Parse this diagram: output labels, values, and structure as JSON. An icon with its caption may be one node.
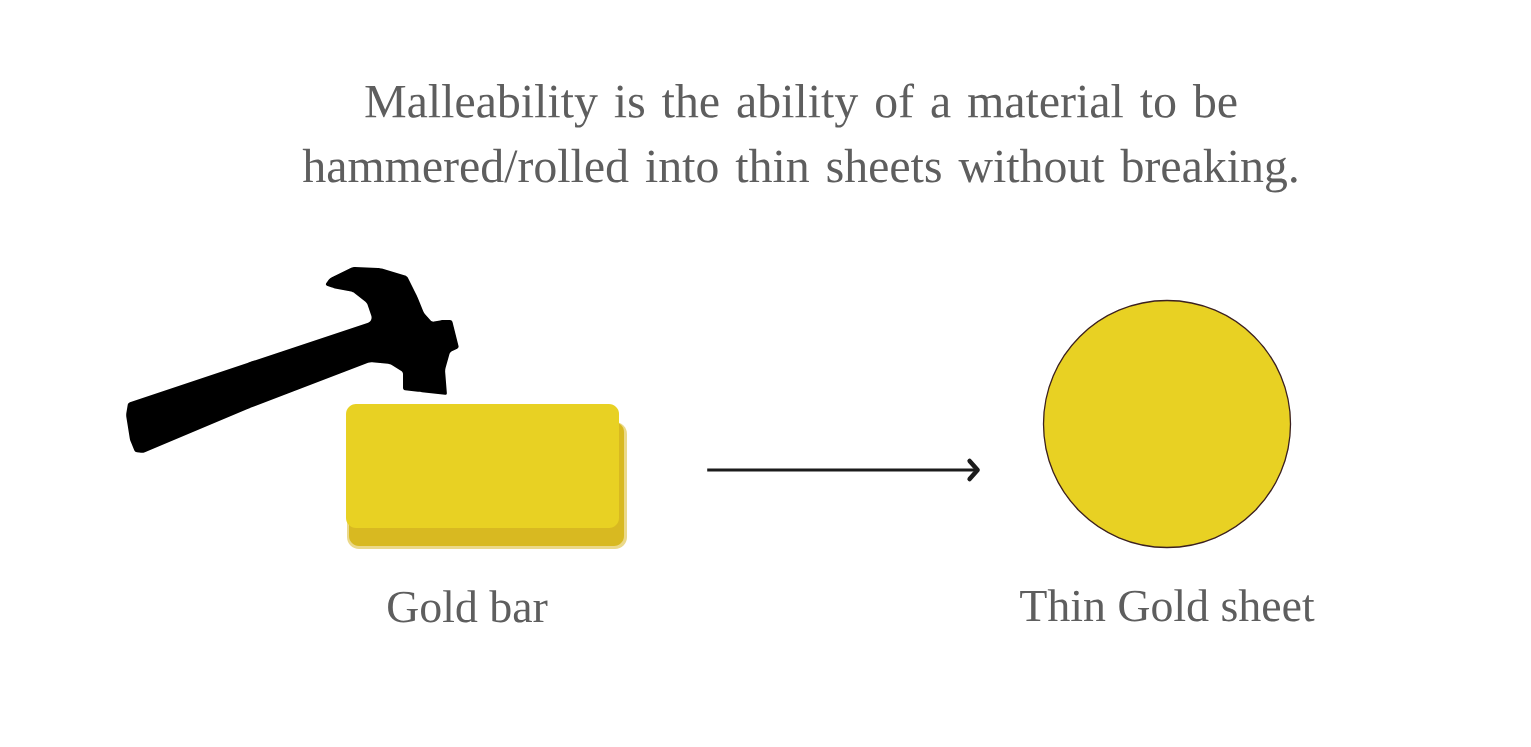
{
  "diagram": {
    "title": "Malleability is the ability of a material to be hammered/rolled into thin sheets without breaking.",
    "nodes": [
      {
        "text": [],
        "shape": "picture"
      },
      {
        "text": [],
        "shape": "box",
        "beside": [
          "Gold bar"
        ]
      },
      {
        "text": [],
        "shape": "circle",
        "beside": [
          "Thin Gold sheet"
        ]
      }
    ],
    "edges": [
      {
        "from": 1,
        "to": 2,
        "arrow": "to"
      }
    ]
  }
}
